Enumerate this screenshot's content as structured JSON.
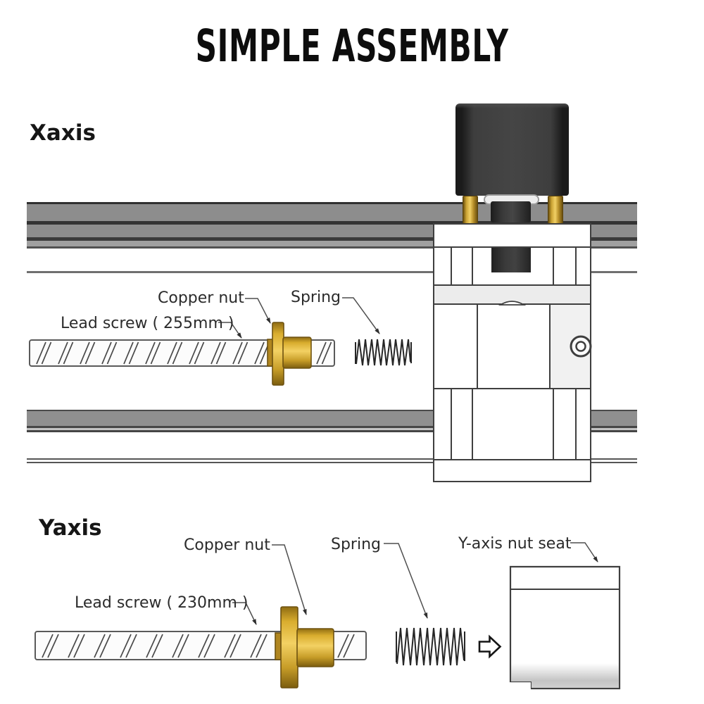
{
  "title": "SIMPLE ASSEMBLY",
  "x_axis": {
    "label": "Xaxis",
    "copper_nut": "Copper nut",
    "spring": "Spring",
    "lead_screw": "Lead screw ( 255mm )"
  },
  "y_axis": {
    "label": "Yaxis",
    "copper_nut": "Copper nut",
    "spring": "Spring",
    "lead_screw": "Lead screw ( 230mm )",
    "nut_seat": "Y-axis nut seat"
  },
  "colors": {
    "copper_gold": "#e0b131",
    "rail_gray": "#8d8d8d",
    "motor_dark": "#3e3e3e",
    "outline": "#3f3f3f",
    "text": "#2b2b2b"
  }
}
